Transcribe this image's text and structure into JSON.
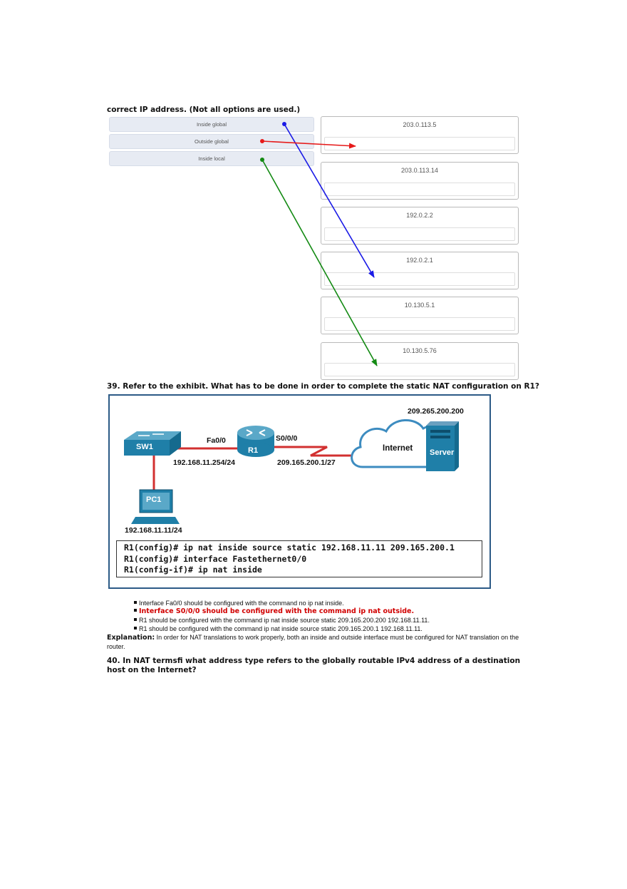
{
  "intro": "correct IP address. (Not all options are used.)",
  "terms": [
    "Inside global",
    "Outside global",
    "Inside local"
  ],
  "addresses": [
    "203.0.113.5",
    "203.0.113.14",
    "192.0.2.2",
    "192.0.2.1",
    "10.130.5.1",
    "10.130.5.76"
  ],
  "matches": [
    {
      "term": "Inside global",
      "address": "192.0.2.1",
      "color": "#1a1ae6"
    },
    {
      "term": "Outside global",
      "address": "203.0.113.5",
      "color": "#e61a1a"
    },
    {
      "term": "Inside local",
      "address": "10.130.5.76",
      "color": "#138a13"
    }
  ],
  "q39": {
    "question": "39. Refer to the exhibit. What has to be done in order to complete the static NAT configuration on R1?",
    "exhibit": {
      "server_ip": "209.265.200.200",
      "sw_label": "SW1",
      "r_label": "R1",
      "pc_label": "PC1",
      "server_label": "Server",
      "internet_label": "Internet",
      "fa_port": "Fa0/0",
      "s_port": "S0/0/0",
      "lan_ip": "192.168.11.254/24",
      "wan_ip": "209.165.200.1/27",
      "pc_ip": "192.168.11.11/24",
      "config": [
        "R1(config)# ip nat inside source static 192.168.11.11 209.165.200.1",
        "R1(config)# interface Fastethernet0/0",
        "R1(config-if)# ip nat inside"
      ]
    },
    "options": [
      "Interface Fa0/0 should be configured with the command no ip nat inside.",
      "Interface S0/0/0 should be configured with the command ip nat outside.",
      "R1 should be configured with the command ip nat inside source static 209.165.200.200 192.168.11.11.",
      "R1 should be configured with the command ip nat inside source static 209.165.200.1 192.168.11.11."
    ],
    "explanation_head": "Explanation:",
    "explanation": "In order for NAT translations to work properly, both an inside and outside interface must be configured for NAT translation on the router.",
    "correct_color": "#d10000"
  },
  "q40": "40. In NAT termsfi what address type refers to the globally routable IPv4 address of a destination host on the Internet?"
}
